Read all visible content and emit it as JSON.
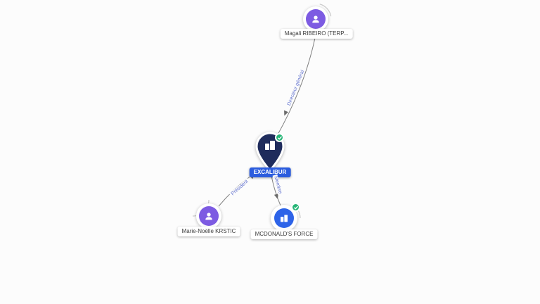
{
  "app": {
    "background": "#fcfcfc"
  },
  "colors": {
    "person_fill": "#7D5BE2",
    "company_fill": "#2D63E8",
    "pin_fill": "#1F2C5C",
    "verified_green": "#26B576",
    "edge_stroke": "#6b6b6b",
    "edge_label_color": "#6272CE",
    "company_label_bg": "#2B5CDE"
  },
  "nodes": {
    "magali": {
      "label": "Magali RIBEIRO (TERP...",
      "type": "person"
    },
    "excalibur": {
      "label": "EXCALIBUR",
      "type": "company-pin",
      "verified": true
    },
    "marie": {
      "label": "Marie-Noëlle KRSTIC",
      "type": "person"
    },
    "mcdonalds": {
      "label": "MCDONALD'S FORCE",
      "type": "company",
      "verified": true
    }
  },
  "edges": {
    "dg": {
      "from": "magali",
      "to": "excalibur",
      "label": "Directeur général"
    },
    "president": {
      "from": "marie",
      "to": "excalibur",
      "label": "Président"
    },
    "membre": {
      "from": "excalibur",
      "to": "mcdonalds",
      "label": "Membre"
    }
  }
}
